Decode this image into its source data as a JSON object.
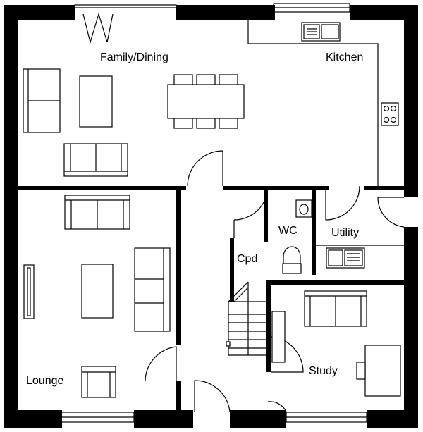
{
  "rooms": {
    "family_dining": "Family/Dining",
    "kitchen": "Kitchen",
    "lounge": "Lounge",
    "wc": "WC",
    "utility": "Utility",
    "cpd": "Cpd",
    "study": "Study"
  }
}
